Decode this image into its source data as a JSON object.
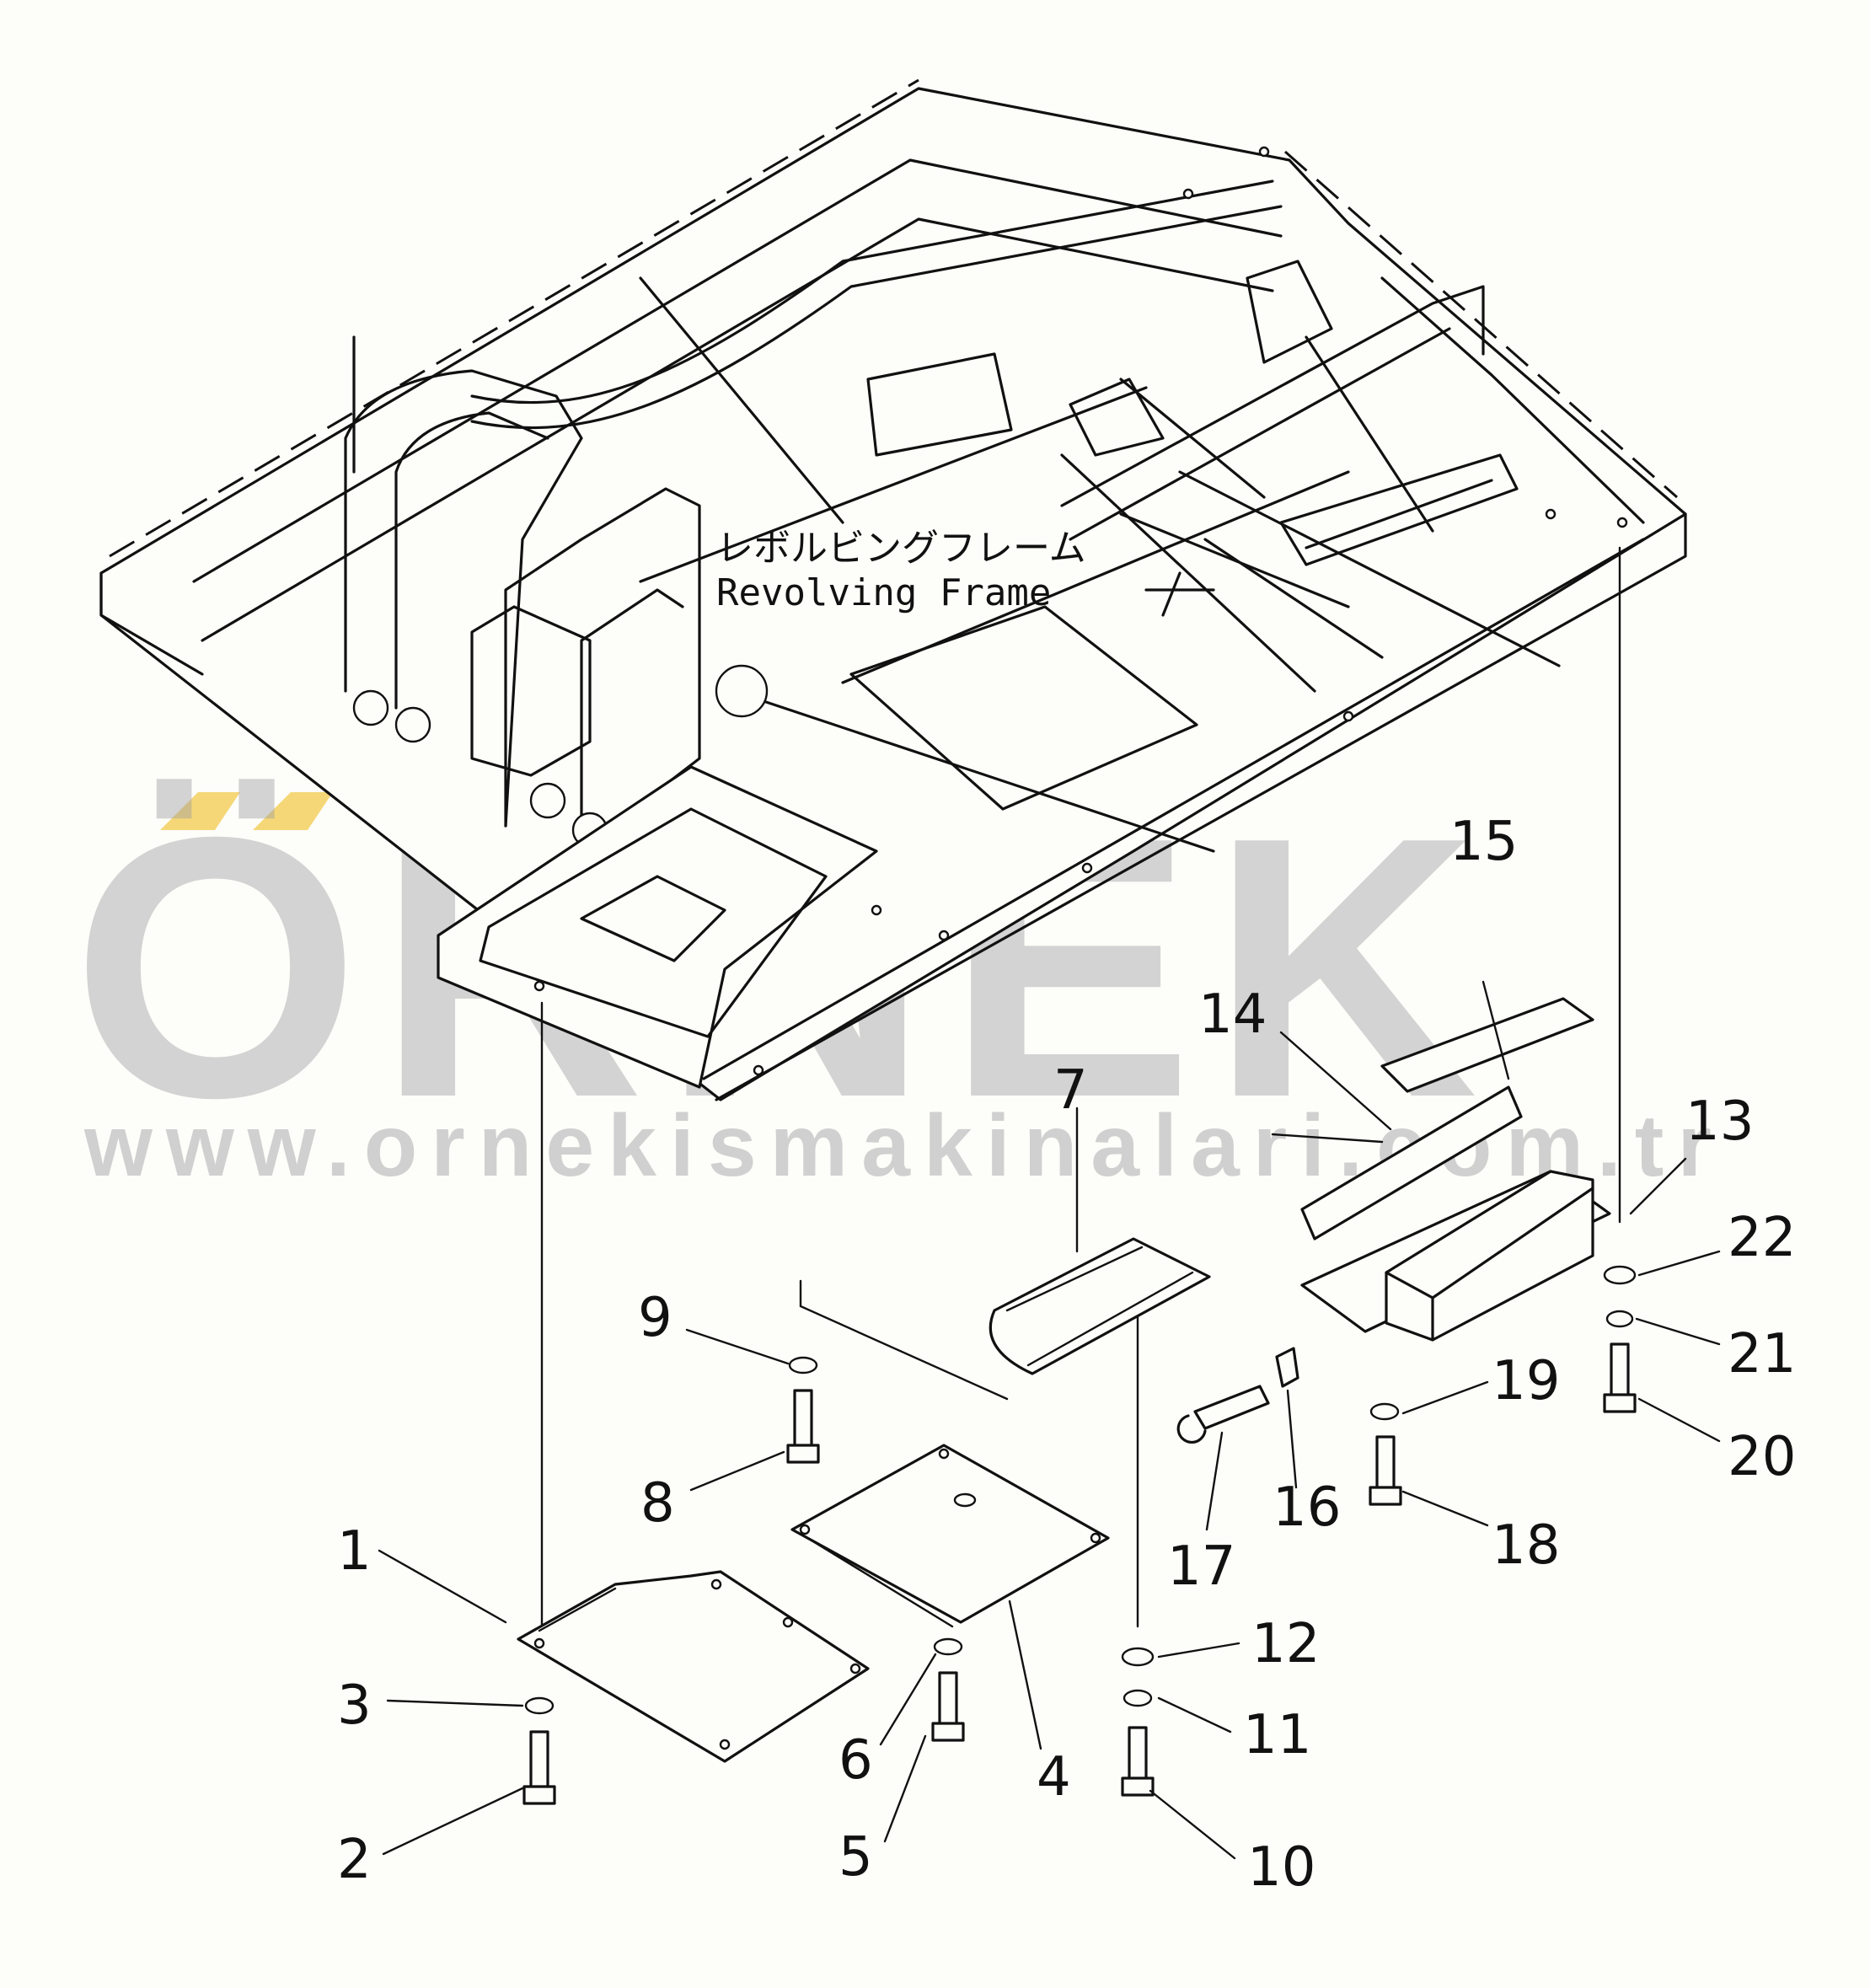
{
  "title": {
    "japanese": "レボルビングフレーム",
    "english": "Revolving Frame"
  },
  "callouts": [
    "1",
    "2",
    "3",
    "4",
    "5",
    "6",
    "7",
    "8",
    "9",
    "10",
    "11",
    "12",
    "13",
    "14",
    "15",
    "16",
    "17",
    "18",
    "19",
    "20",
    "21",
    "22"
  ],
  "watermark": {
    "brand": "ÖRNEK",
    "url": "www.ornekismakinalari.com.tr",
    "accent_color": "#f2c94c",
    "text_color": "#9a9ba0"
  },
  "colors": {
    "line": "#111111",
    "background": "#fdfdf9"
  }
}
